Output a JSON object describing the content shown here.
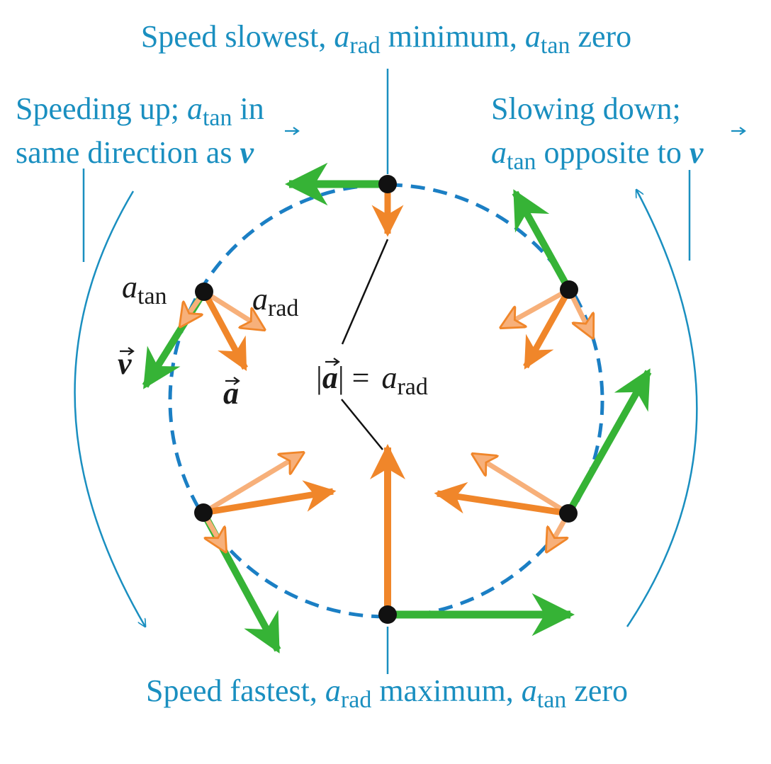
{
  "captions": {
    "top": {
      "a": "Speed slowest, ",
      "sym1": "a",
      "sub1": "rad",
      "b": " minimum, ",
      "sym2": "a",
      "sub2": "tan",
      "c": " zero"
    },
    "left_line1": {
      "a": "Speeding up; ",
      "sym": "a",
      "sub": "tan",
      "b": " in"
    },
    "left_line2": {
      "a": "same direction as ",
      "vec": "v"
    },
    "right_line1": {
      "a": "Slowing down;"
    },
    "right_line2": {
      "sym": "a",
      "sub": "tan",
      "b": " opposite to ",
      "vec": "v"
    },
    "bottom": {
      "a": "Speed fastest, ",
      "sym1": "a",
      "sub1": "rad",
      "b": " maximum, ",
      "sym2": "a",
      "sub2": "tan",
      "c": " zero"
    }
  },
  "labels": {
    "a_tan": {
      "sym": "a",
      "sub": "tan"
    },
    "a_rad": {
      "sym": "a",
      "sub": "rad"
    },
    "v": "v",
    "a": "a",
    "center_formula": {
      "bar_open": "|",
      "vec": "a",
      "bar_close": "|",
      "eq": " = ",
      "sym": "a",
      "sub": "rad"
    }
  },
  "colors": {
    "caption": "#1a8fc0",
    "circle": "#1b7fc4",
    "velocity": "#36b336",
    "acceleration": "#f0862a",
    "component": "#f7b07a",
    "point": "#111111"
  }
}
